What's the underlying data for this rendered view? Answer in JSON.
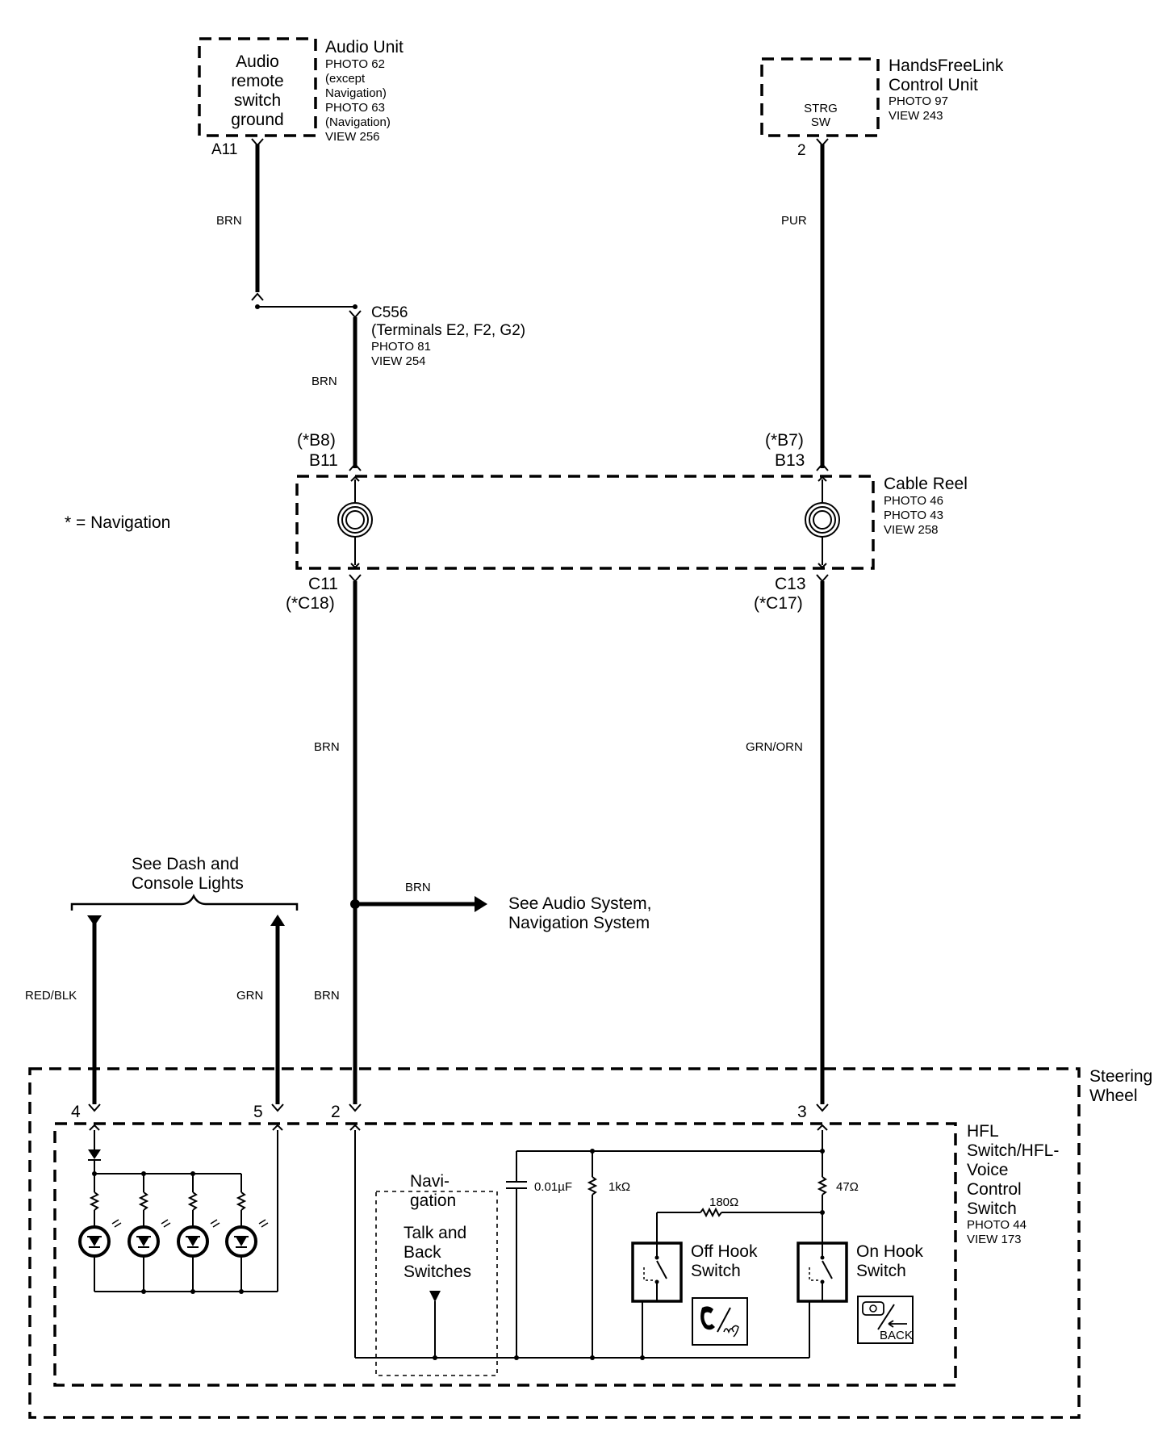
{
  "components": {
    "audio_unit": {
      "name": "Audio Unit",
      "refs": [
        "PHOTO 62",
        "(except",
        "Navigation)",
        "PHOTO 63",
        "(Navigation)",
        "VIEW 256"
      ],
      "box_text": [
        "Audio",
        "remote",
        "switch",
        "ground"
      ],
      "pin": "A11"
    },
    "hfl_unit": {
      "name_lines": [
        "HandsFreeLink",
        "Control Unit"
      ],
      "refs": [
        "PHOTO 97",
        "VIEW 243"
      ],
      "box_text": [
        "STRG",
        "SW"
      ],
      "pin": "2"
    },
    "c556": {
      "name": "C556",
      "terminals": "(Terminals E2, F2, G2)",
      "refs": [
        "PHOTO 81",
        "VIEW 254"
      ]
    },
    "cable_reel": {
      "name": "Cable Reel",
      "refs": [
        "PHOTO 46",
        "PHOTO 43",
        "VIEW 258"
      ],
      "left_top_pins": [
        "(*B8)",
        "B11"
      ],
      "right_top_pins": [
        "(*B7)",
        "B13"
      ],
      "left_bottom_pins": [
        "C11",
        "(*C18)"
      ],
      "right_bottom_pins": [
        "C13",
        "(*C17)"
      ]
    },
    "steering_wheel": {
      "name_lines": [
        "Steering",
        "Wheel"
      ]
    },
    "hfl_switch": {
      "name_lines": [
        "HFL",
        "Switch/HFL-",
        "Voice",
        "Control",
        "Switch"
      ],
      "refs": [
        "PHOTO 44",
        "VIEW 173"
      ],
      "pins": [
        "4",
        "5",
        "2",
        "3"
      ]
    }
  },
  "wires": {
    "audio_ground": "BRN",
    "hfl_strg": "PUR",
    "after_c556": "BRN",
    "left_lower": "BRN",
    "right_lower": "GRN/ORN",
    "splice_branch": "BRN",
    "to_switch": "BRN",
    "red_blk": "RED/BLK",
    "grn": "GRN"
  },
  "notes": {
    "navigation_key": "* = Navigation",
    "dash_lights": [
      "See Dash and",
      "Console Lights"
    ],
    "audio_ref": [
      "See Audio System,",
      "Navigation System"
    ]
  },
  "internal": {
    "nav_block": [
      "Navi-",
      "gation",
      "Talk and",
      "Back",
      "Switches"
    ],
    "capacitor": "0.01µF",
    "r1": "1kΩ",
    "r2": "180Ω",
    "r3": "47Ω",
    "off_hook": [
      "Off Hook",
      "Switch"
    ],
    "on_hook": [
      "On Hook",
      "Switch"
    ],
    "back_label": "BACK"
  }
}
